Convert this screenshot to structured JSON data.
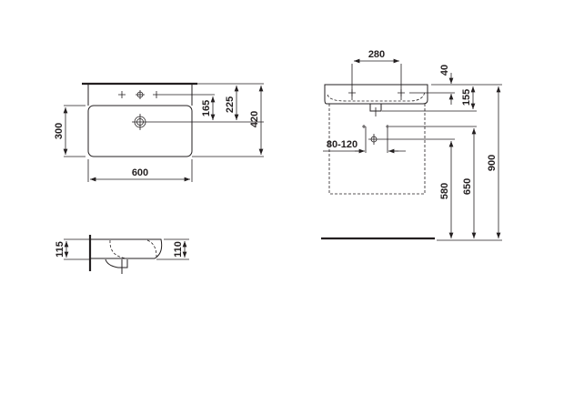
{
  "title": "Washbasin dimension drawing",
  "top_view": {
    "dim_width": "600",
    "dim_basin_depth": "300",
    "dim_drain_offset": "165",
    "dim_tap_to_drain": "225",
    "dim_total_depth": "420"
  },
  "side_view": {
    "dim_height_outer": "115",
    "dim_height_inner": "110"
  },
  "front_view": {
    "dim_tap_spacing": "280",
    "dim_tap_offset": "40",
    "dim_basin_height": "155",
    "dim_rim_height": "900",
    "dim_supply_height": "650",
    "dim_drain_height": "580",
    "dim_supply_spacing": "80-120"
  },
  "colors": {
    "line": "#231f20",
    "background": "#ffffff"
  }
}
